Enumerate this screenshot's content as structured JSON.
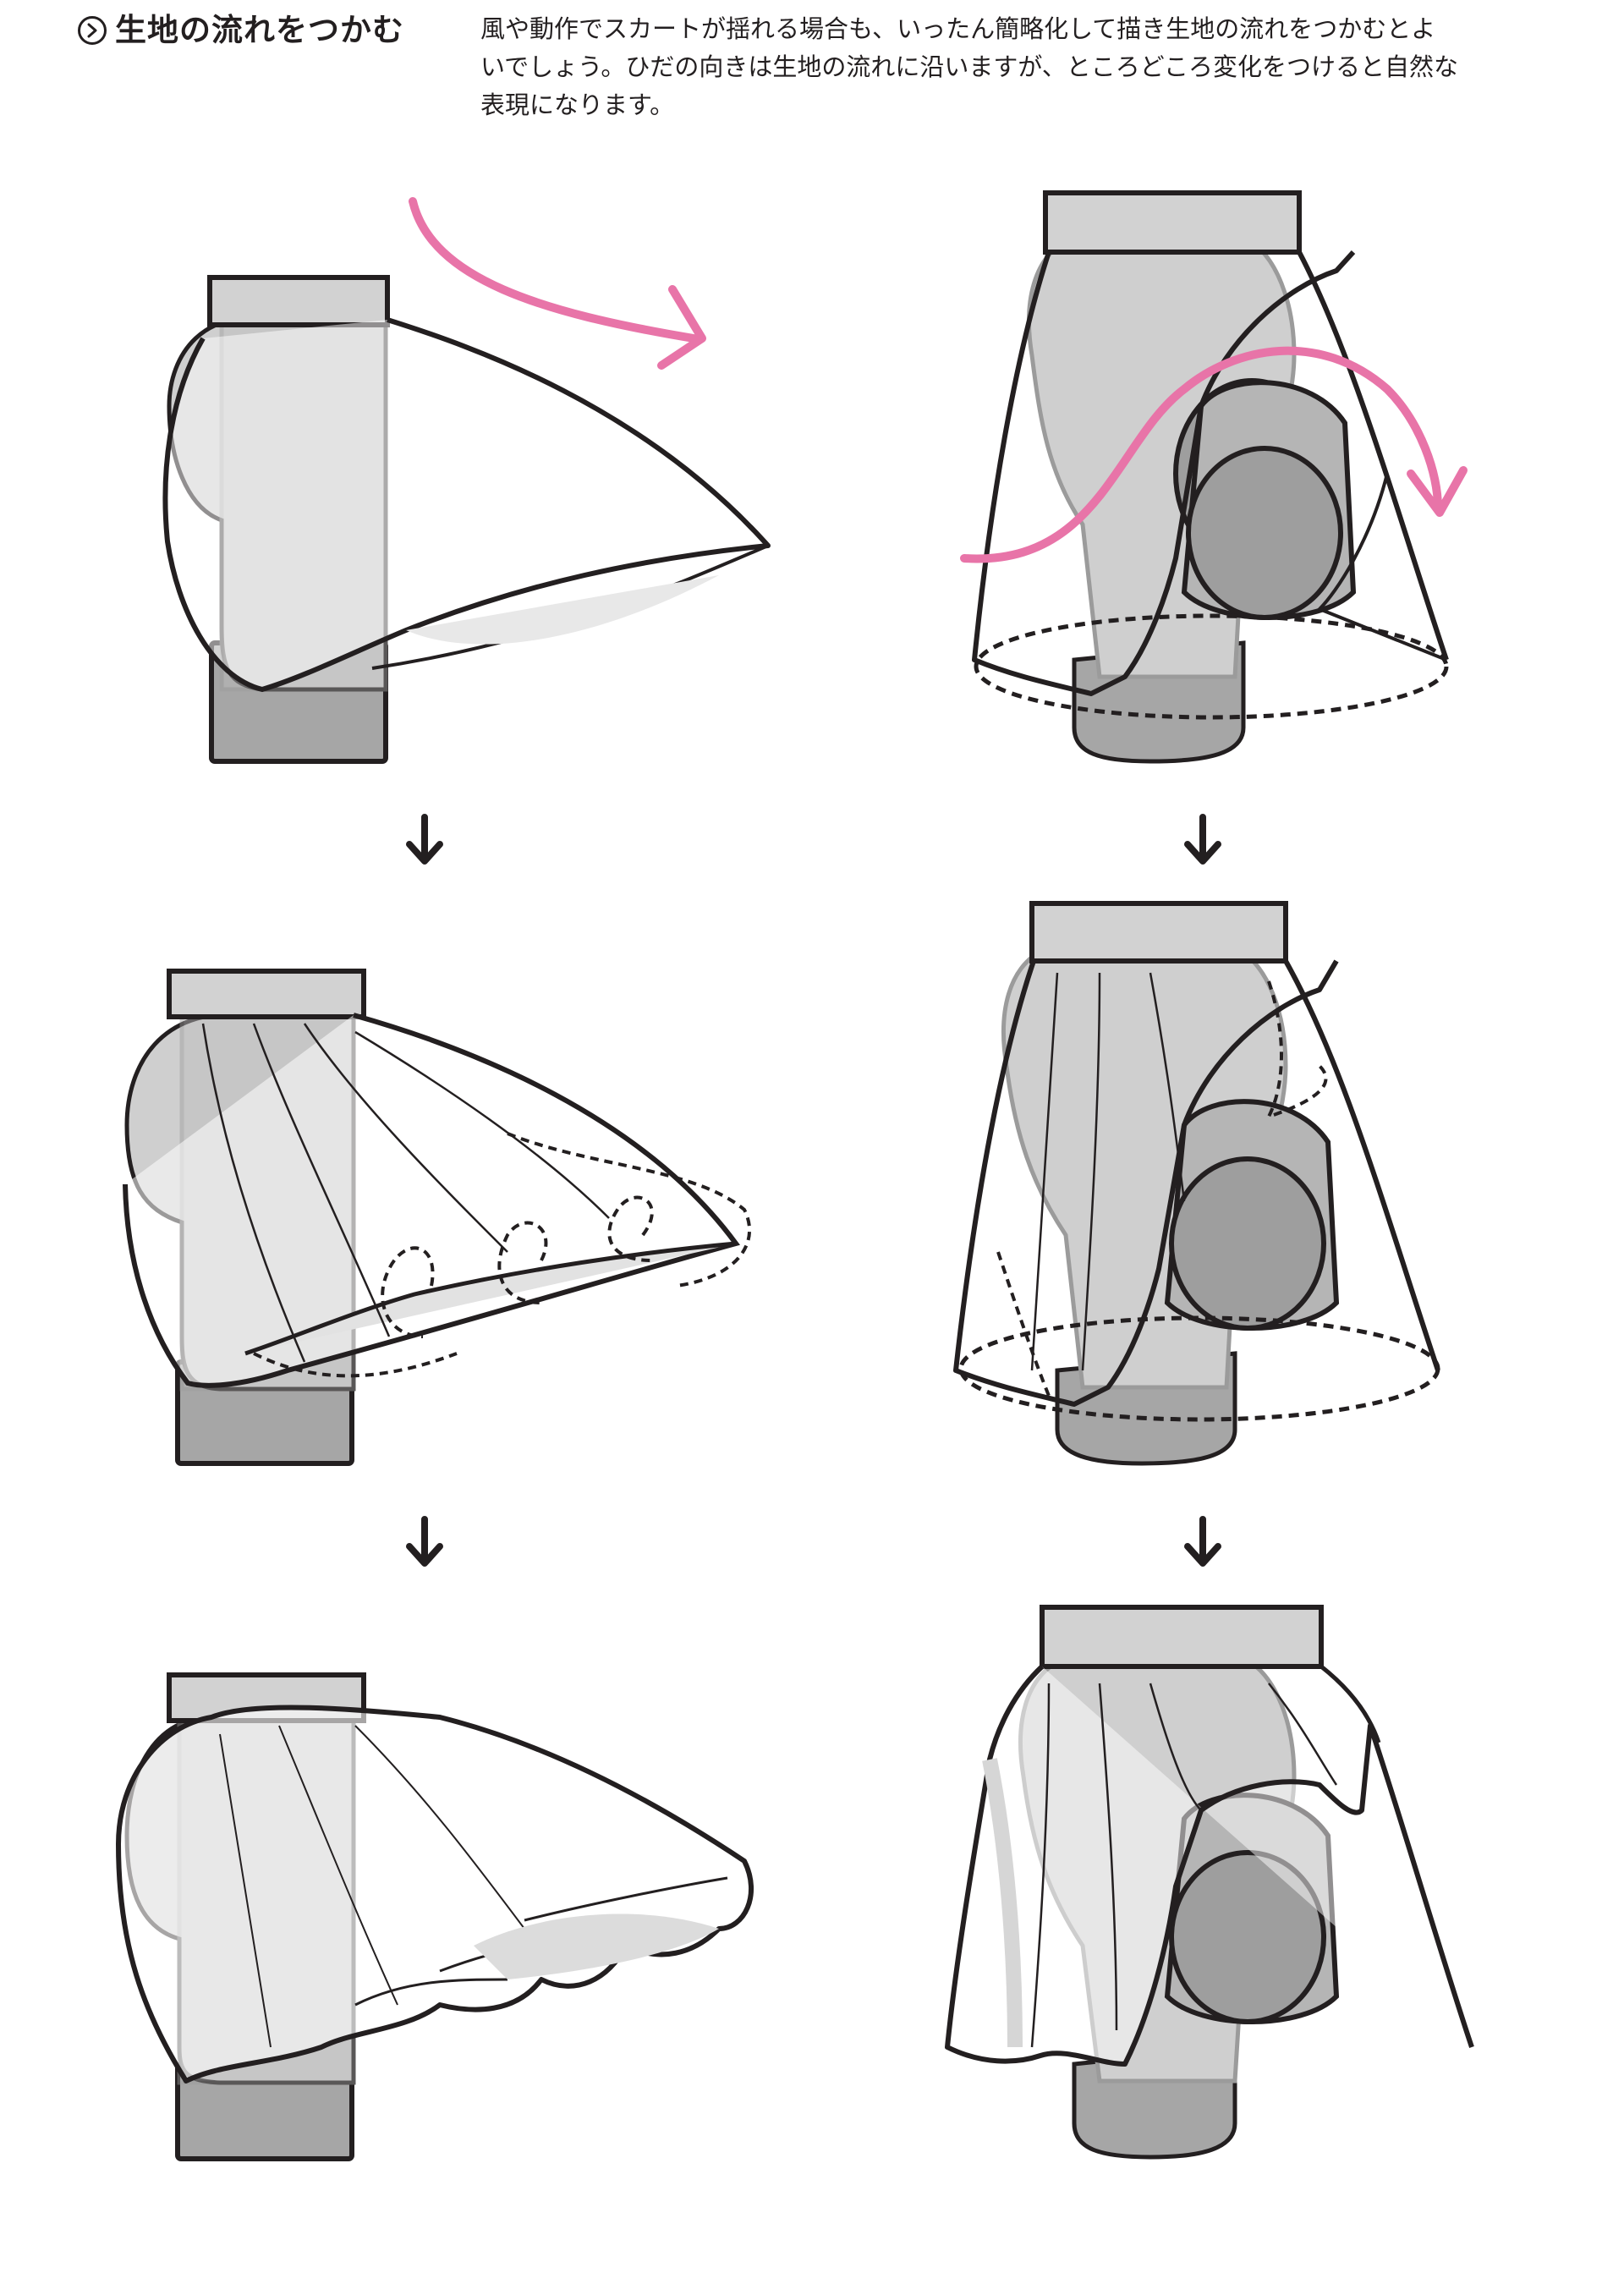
{
  "heading": {
    "icon": "circle-chevron-right-icon",
    "title": "生地の流れをつかむ"
  },
  "description": [
    "風や動作でスカートが揺れる場合も、いったん簡略化して描き生地の流れをつかむとよ",
    "いでしょう。ひだの向きは生地の流れに沿いますが、ところどころ変化をつけると自然な",
    "表現になります。"
  ],
  "colors": {
    "line": "#231f20",
    "accent_pink": "#e874a8",
    "body_gray": "#c8c8c8",
    "leg_gray": "#a6a6a6",
    "band_gray": "#d4d4d4"
  },
  "columns": [
    {
      "view": "side",
      "steps": [
        "simplified-shape",
        "fold-guides",
        "finished-skirt"
      ]
    },
    {
      "view": "front",
      "steps": [
        "simplified-shape",
        "fold-guides",
        "finished-skirt"
      ]
    }
  ]
}
